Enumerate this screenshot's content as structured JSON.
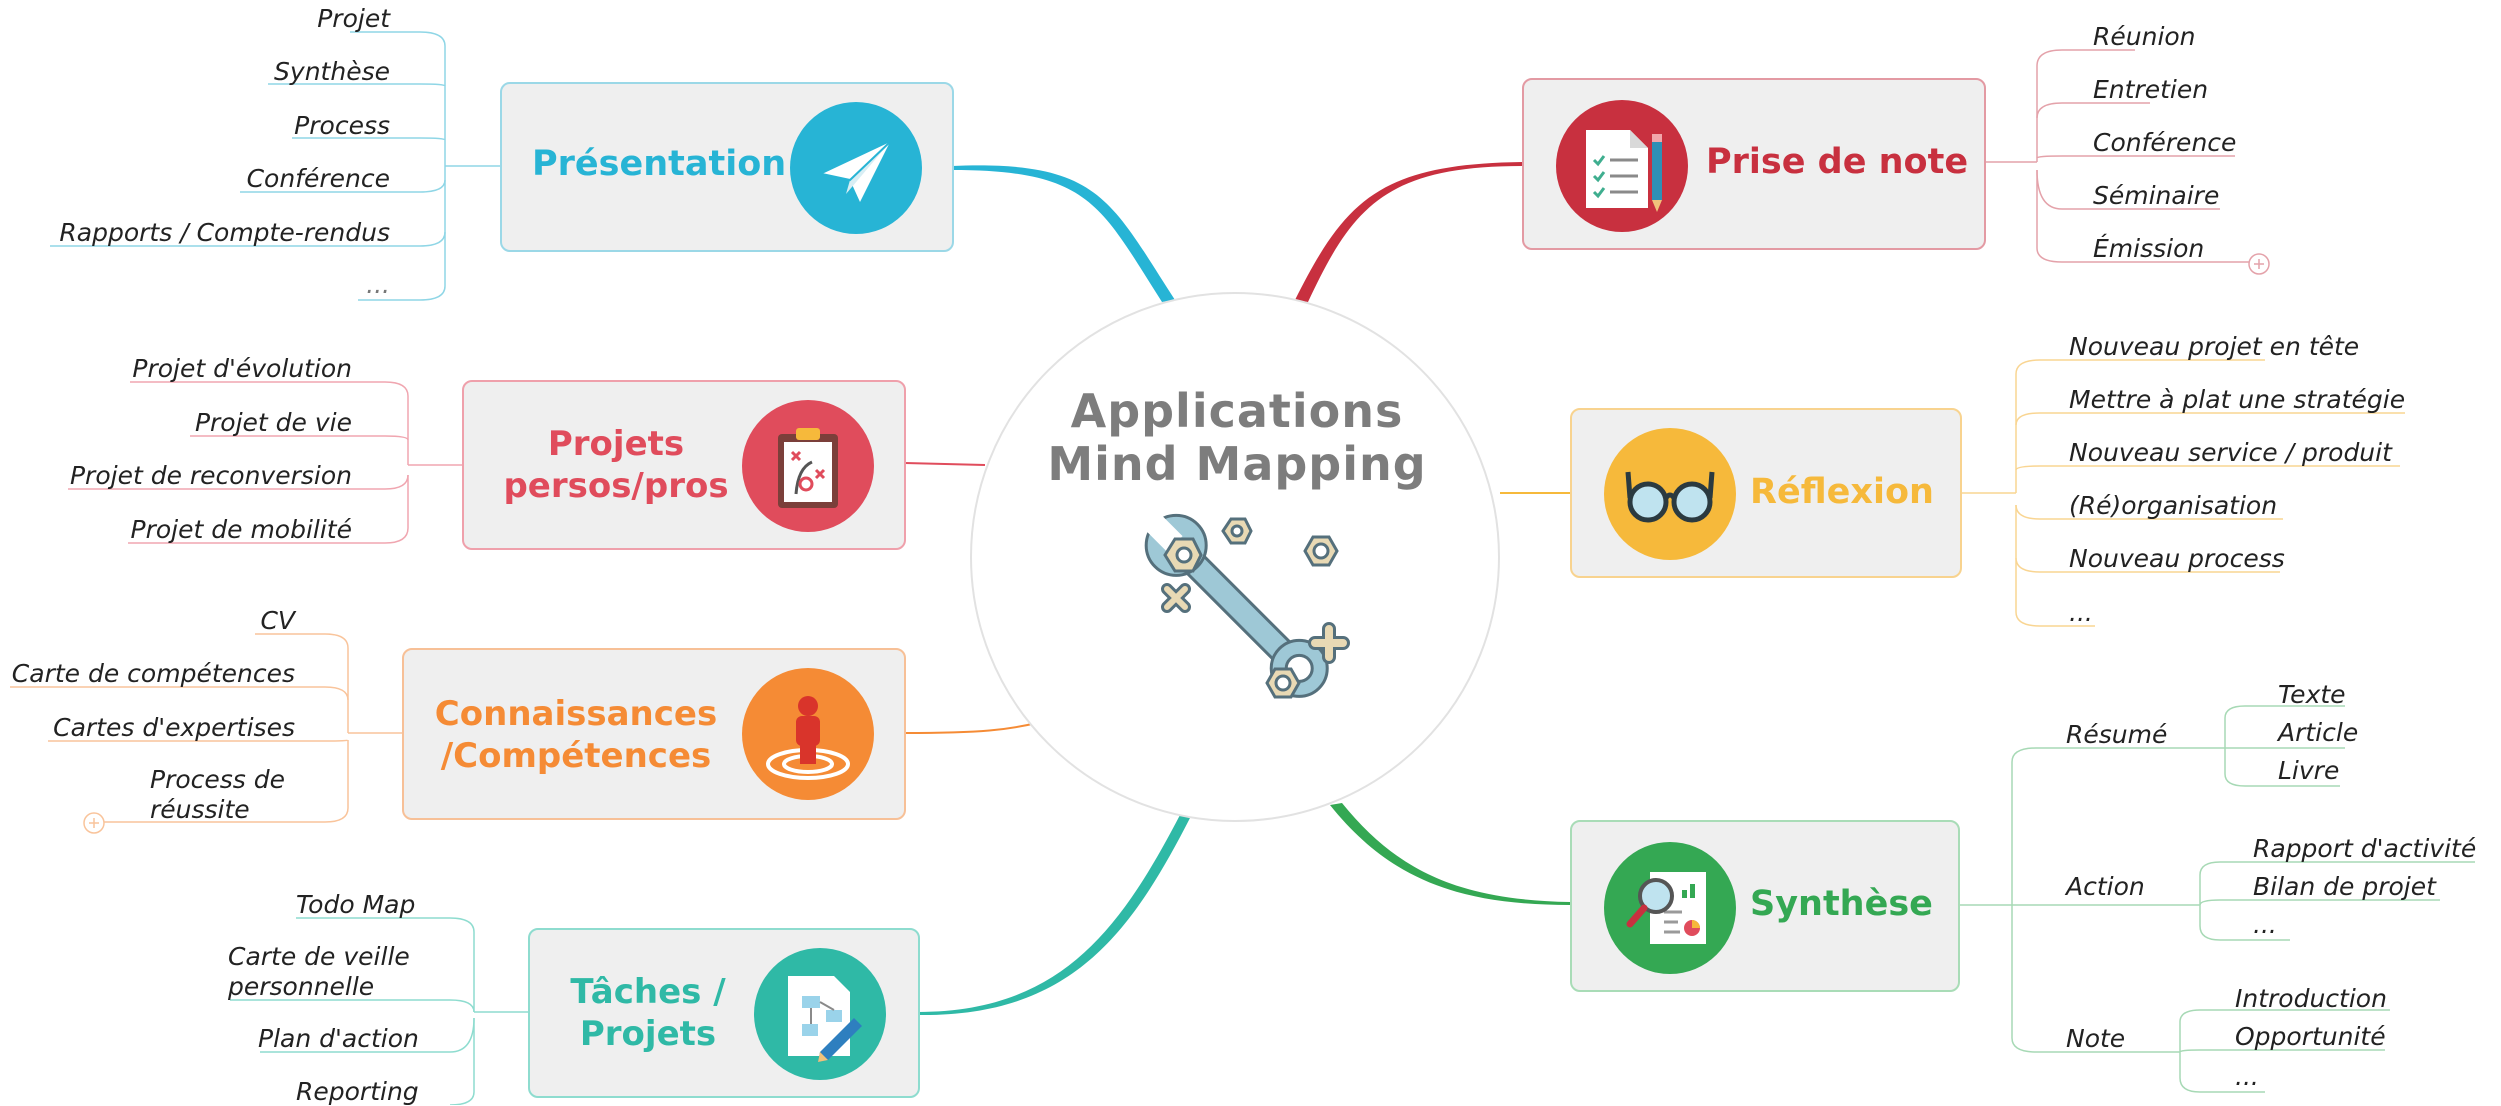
{
  "center": {
    "title_line1": "Applications",
    "title_line2": "Mind Mapping",
    "icon": "wrench-and-nuts-icon"
  },
  "colors": {
    "presentation": "#27b4d5",
    "prise_de_note": "#c8303f",
    "projets": "#e04c5c",
    "reflexion": "#f6b93b",
    "connaissances": "#f58b35",
    "synthese": "#34a853",
    "taches": "#2fb9a6"
  },
  "branches": {
    "presentation": {
      "label": "Présentation",
      "icon": "paper-plane-icon",
      "items": [
        "Projet",
        "Synthèse",
        "Process",
        "Conférence",
        "Rapports / Compte-rendus",
        "..."
      ]
    },
    "prise_de_note": {
      "label": "Prise de note",
      "icon": "checklist-notepad-icon",
      "items": [
        "Réunion",
        "Entretien",
        "Conférence",
        "Séminaire",
        "Émission"
      ]
    },
    "projets": {
      "label_line1": "Projets",
      "label_line2": "persos/pros",
      "icon": "strategy-clipboard-icon",
      "items": [
        "Projet d'évolution",
        "Projet de vie",
        "Projet de reconversion",
        "Projet de mobilité"
      ]
    },
    "reflexion": {
      "label": "Réflexion",
      "icon": "glasses-icon",
      "items": [
        "Nouveau projet en tête",
        "Mettre à plat une stratégie",
        "Nouveau service / produit",
        "(Ré)organisation",
        "Nouveau process",
        "..."
      ]
    },
    "connaissances": {
      "label_line1": "Connaissances",
      "label_line2": "/Compétences",
      "icon": "person-target-icon",
      "items": [
        "CV",
        "Carte de compétences",
        "Cartes d'expertises"
      ],
      "last_item_line1": "Process de",
      "last_item_line2": "réussite"
    },
    "synthese": {
      "label": "Synthèse",
      "icon": "magnifier-report-icon",
      "groups": [
        {
          "label": "Résumé",
          "items": [
            "Texte",
            "Article",
            "Livre"
          ]
        },
        {
          "label": "Action",
          "items": [
            "Rapport d'activité",
            "Bilan de projet",
            "..."
          ]
        },
        {
          "label": "Note",
          "items": [
            "Introduction",
            "Opportunité",
            "..."
          ]
        }
      ]
    },
    "taches": {
      "label_line1": "Tâches /",
      "label_line2": "Projets",
      "icon": "document-flowchart-pen-icon",
      "items": [
        "Todo Map"
      ],
      "veille_line1": "Carte de veille",
      "veille_line2": "personnelle",
      "items_after": [
        "Plan d'action",
        "Reporting"
      ]
    }
  }
}
